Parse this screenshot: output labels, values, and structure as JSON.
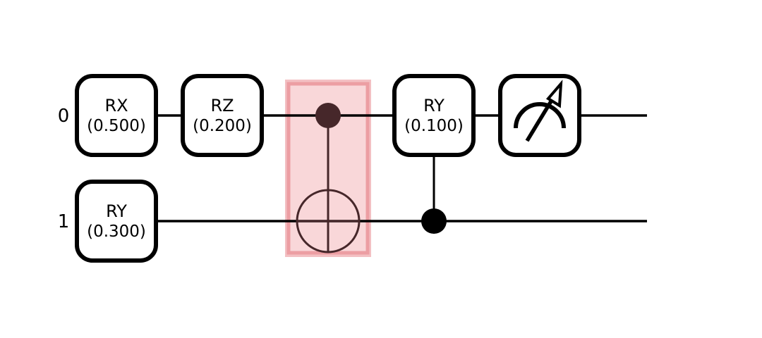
{
  "wires": [
    {
      "label": "0"
    },
    {
      "label": "1"
    }
  ],
  "gates": [
    {
      "type": "box",
      "name": "RX",
      "param": "(0.500)",
      "wire": 0,
      "column": 1
    },
    {
      "type": "box",
      "name": "RY",
      "param": "(0.300)",
      "wire": 1,
      "column": 1
    },
    {
      "type": "box",
      "name": "RZ",
      "param": "(0.200)",
      "wire": 0,
      "column": 2
    },
    {
      "type": "cnot",
      "control": 0,
      "target": 1,
      "column": 3,
      "highlighted": true
    },
    {
      "type": "controlled-box",
      "name": "RY",
      "param": "(0.100)",
      "wire": 0,
      "control": 1,
      "column": 4
    },
    {
      "type": "measure",
      "wire": 0,
      "column": 5
    }
  ],
  "colors": {
    "line": "#000000",
    "highlight_fill": "#f9d7d9",
    "highlight_border": "#ec9ea3",
    "highlight_halo": "#f2b9bc",
    "highlight_stroke": "#46272a"
  }
}
